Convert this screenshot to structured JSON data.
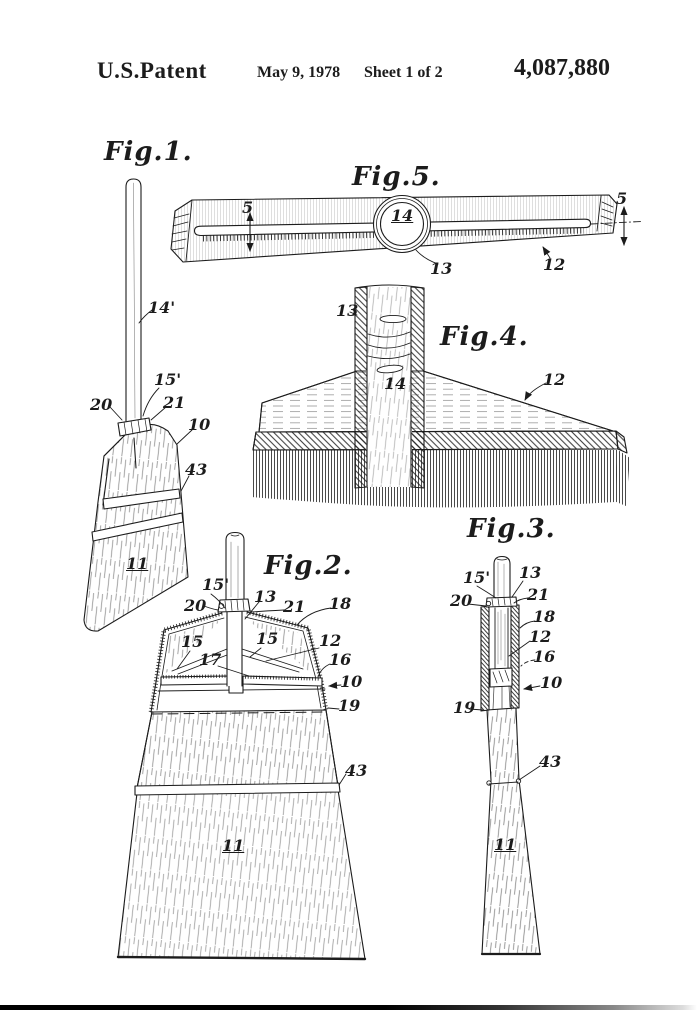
{
  "page": {
    "background": "#ffffff",
    "ink": "#1c1c1c"
  },
  "header": {
    "title": "U.S.Patent",
    "date": "May 9, 1978",
    "sheet": "Sheet 1 of 2",
    "patent_number": "4,087,880"
  },
  "figures": {
    "fig1": {
      "title": "Fig.1.",
      "refs": {
        "r14p": "14'",
        "r15p": "15'",
        "r20": "20",
        "r21": "21",
        "r10": "10",
        "r43": "43",
        "r11": "11"
      }
    },
    "fig2": {
      "title": "Fig.2.",
      "refs": {
        "r15p": "15'",
        "r20": "20",
        "r13": "13",
        "r21": "21",
        "r18": "18",
        "r15a": "15",
        "r15b": "15",
        "r17": "17",
        "r12": "12",
        "r16": "16",
        "r10": "10",
        "r19": "19",
        "r43": "43",
        "r11": "11"
      }
    },
    "fig3": {
      "title": "Fig.3.",
      "refs": {
        "r15p": "15'",
        "r13": "13",
        "r20": "20",
        "r21": "21",
        "r18": "18",
        "r12": "12",
        "r16": "16",
        "r10": "10",
        "r19": "19",
        "r43": "43",
        "r11": "11"
      }
    },
    "fig4": {
      "title": "Fig.4.",
      "refs": {
        "r13": "13",
        "r14": "14",
        "r12": "12"
      }
    },
    "fig5": {
      "title": "Fig.5.",
      "refs": {
        "r5l": "5",
        "r5r": "5",
        "r14": "14",
        "r13": "13",
        "r12": "12"
      }
    }
  }
}
